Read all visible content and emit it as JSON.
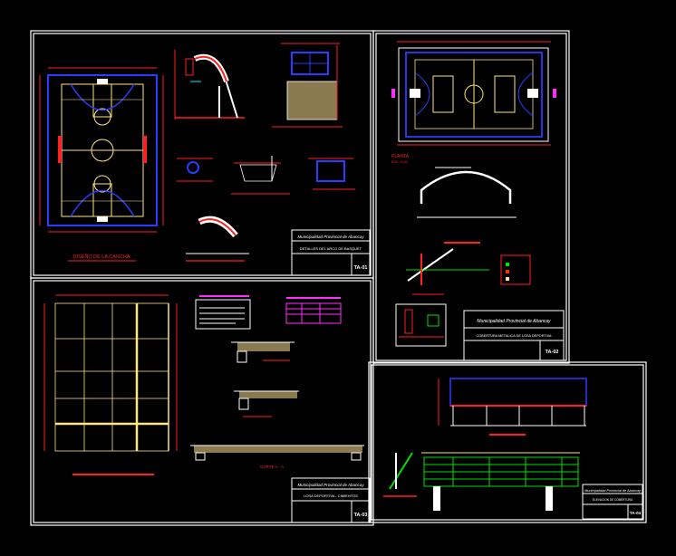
{
  "sheets": {
    "top_left": {
      "plan_title": "DISEÑO DE LA CANCHA",
      "titleblock": {
        "org": "Municipalidad Provincial de Abancay",
        "project": "DETALLES DEL ARCO DE BASQUET",
        "code": "TA-01"
      }
    },
    "right": {
      "plan_label": "PLANTA",
      "plan_scale": "ESC: 1/100",
      "titleblock": {
        "org": "Municipalidad Provincial de Abancay",
        "project": "COBERTURA METALICA DE LOSA DEPORTIVA",
        "code": "TA-02"
      }
    },
    "bottom_left": {
      "section_label": "CORTE A - A",
      "titleblock": {
        "org": "Municipalidad Provincial de Abancay",
        "project": "LOSA DEPORTIVA - CIMIENTOS",
        "code": "TA-03"
      }
    },
    "bottom_right": {
      "titleblock": {
        "org": "Municipalidad Provincial de Abancay",
        "project": "ELEVACION DE COBERTURA",
        "code": "TA-04"
      }
    }
  },
  "colors": {
    "background": "#000000",
    "frame": "#ffffff",
    "red": "#ff2020",
    "blue": "#2a3cff",
    "yellow": "#ffe680",
    "green": "#00e000",
    "magenta": "#ff30ff",
    "cyan": "#20e0ff"
  }
}
